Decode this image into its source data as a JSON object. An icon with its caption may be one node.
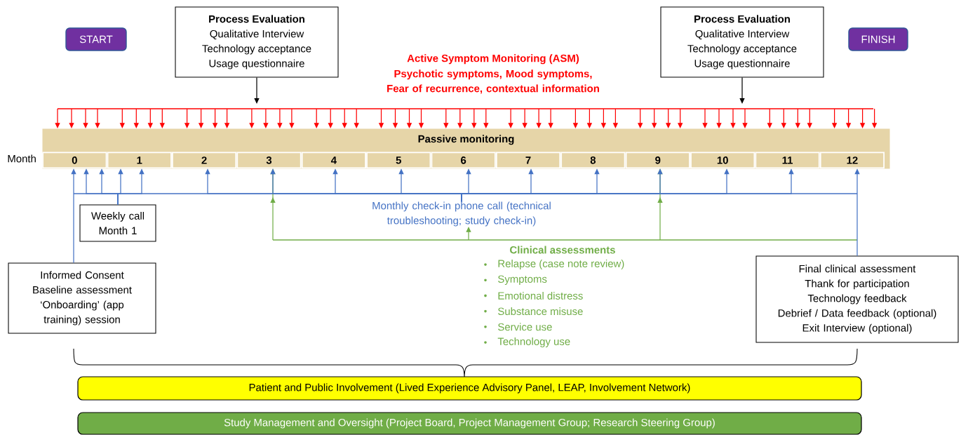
{
  "diagram": {
    "nodes": [
      {
        "text": [
          "START"
        ]
      },
      {
        "text": [
          "Process Evaluation",
          "Qualitative Interview",
          "Technology acceptance",
          "Usage questionnaire"
        ]
      },
      {
        "text": [
          "Process Evaluation",
          "Qualitative Interview",
          "Technology acceptance",
          "Usage questionnaire"
        ]
      },
      {
        "text": [
          "FINISH"
        ]
      },
      {
        "text": [
          "Passive monitoring"
        ]
      },
      {
        "text": [
          "0"
        ],
        "in": 4
      },
      {
        "text": [
          "1"
        ],
        "in": 4
      },
      {
        "text": [
          "2"
        ],
        "in": 4
      },
      {
        "text": [
          "3"
        ],
        "in": 4
      },
      {
        "text": [
          "4"
        ],
        "in": 4
      },
      {
        "text": [
          "5"
        ],
        "in": 4
      },
      {
        "text": [
          "6"
        ],
        "in": 4
      },
      {
        "text": [
          "7"
        ],
        "in": 4
      },
      {
        "text": [
          "8"
        ],
        "in": 4
      },
      {
        "text": [
          "9"
        ],
        "in": 4
      },
      {
        "text": [
          "10"
        ],
        "in": 4
      },
      {
        "text": [
          "11"
        ],
        "in": 4
      },
      {
        "text": [
          "12"
        ],
        "in": 4
      },
      {
        "text": [
          "Weekly call Month 1"
        ]
      },
      {
        "text": [
          "Monthly check-in phone call (technical troubleshooting; study check-in)"
        ]
      },
      {
        "text": [
          "Informed Consent",
          "Baseline assessment",
          "‘Onboarding’ (app training) session"
        ]
      },
      {
        "text": [
          "Final clinical assessment",
          "Thank for participation",
          "Technology feedback",
          "Debrief / Data feedback (optional)",
          "Exit Interview (optional)"
        ]
      },
      {
        "text": [
          "Patient and Public Involvement  (Lived Experience Advisory Panel, LEAP, Involvement Network)"
        ]
      },
      {
        "text": [
          "Study Management and Oversight (Project Board, Project Management Group; Research Steering Group)"
        ]
      }
    ],
    "edges": [
      {
        "from": 1,
        "to": null,
        "arrow": "to",
        "color": "#000000"
      },
      {
        "from": 2,
        "to": null,
        "arrow": "to",
        "color": "#000000"
      },
      {
        "from": null,
        "to": 4,
        "arrow": "to"
      },
      {
        "from": null,
        "to": 4,
        "arrow": "to"
      },
      {
        "from": null,
        "to": 4,
        "arrow": "to"
      },
      {
        "from": null,
        "to": 4,
        "arrow": "to"
      },
      {
        "from": null,
        "to": 4,
        "arrow": "to"
      },
      {
        "from": null,
        "to": 4,
        "arrow": "to"
      },
      {
        "from": null,
        "to": 4,
        "arrow": "to"
      },
      {
        "from": null,
        "to": 4,
        "arrow": "to"
      },
      {
        "from": null,
        "to": 4,
        "arrow": "to"
      },
      {
        "from": null,
        "to": 4,
        "arrow": "to"
      },
      {
        "from": null,
        "to": 4,
        "arrow": "to"
      },
      {
        "from": null,
        "to": 4,
        "arrow": "to"
      },
      {
        "from": null,
        "to": 4,
        "arrow": "to"
      },
      {
        "from": null,
        "to": 4,
        "arrow": "to"
      },
      {
        "from": null,
        "to": 4,
        "arrow": "to"
      },
      {
        "from": null,
        "to": 4,
        "arrow": "to"
      },
      {
        "from": null,
        "to": 4,
        "arrow": "to"
      },
      {
        "from": null,
        "to": 4,
        "arrow": "to"
      },
      {
        "from": null,
        "to": 4,
        "arrow": "to"
      },
      {
        "from": null,
        "to": 4,
        "arrow": "to"
      },
      {
        "from": null,
        "to": 4,
        "arrow": "to"
      },
      {
        "from": null,
        "to": 4,
        "arrow": "to"
      },
      {
        "from": null,
        "to": 4,
        "arrow": "to"
      },
      {
        "from": null,
        "to": 4,
        "arrow": "to"
      },
      {
        "from": null,
        "to": 4,
        "arrow": "to"
      },
      {
        "from": null,
        "to": 4,
        "arrow": "to"
      },
      {
        "from": null,
        "to": 4,
        "arrow": "to"
      },
      {
        "from": null,
        "to": 4,
        "arrow": "to"
      },
      {
        "from": null,
        "to": 4,
        "arrow": "to"
      },
      {
        "from": null,
        "to": 4,
        "arrow": "to"
      },
      {
        "from": null,
        "to": 4,
        "arrow": "to"
      },
      {
        "from": null,
        "to": 4,
        "arrow": "to"
      },
      {
        "from": null,
        "to": 4,
        "arrow": "to"
      },
      {
        "from": null,
        "to": 4,
        "arrow": "to"
      },
      {
        "from": null,
        "to": 4,
        "arrow": "to"
      },
      {
        "from": null,
        "to": 4,
        "arrow": "to"
      },
      {
        "from": null,
        "to": 4,
        "arrow": "to"
      },
      {
        "from": null,
        "to": 4,
        "arrow": "to"
      },
      {
        "from": null,
        "to": 4,
        "arrow": "to"
      },
      {
        "from": null,
        "to": 4,
        "arrow": "to"
      },
      {
        "from": null,
        "to": 4,
        "arrow": "to"
      },
      {
        "from": null,
        "to": 4,
        "arrow": "to"
      },
      {
        "from": null,
        "to": 4,
        "arrow": "to"
      },
      {
        "from": null,
        "to": 4,
        "arrow": "to"
      },
      {
        "from": null,
        "to": 4,
        "arrow": "to"
      },
      {
        "from": null,
        "to": 4,
        "arrow": "to"
      },
      {
        "from": null,
        "to": 4,
        "arrow": "to"
      },
      {
        "from": null,
        "to": 4,
        "arrow": "to"
      },
      {
        "from": null,
        "to": 4,
        "arrow": "to"
      },
      {
        "from": null,
        "to": 4,
        "arrow": "to"
      },
      {
        "from": null,
        "to": 4,
        "arrow": "to"
      },
      {
        "from": null,
        "to": 4,
        "arrow": "to"
      },
      {
        "from": 20,
        "to": 5,
        "arrow": "to",
        "color": "#4472c4"
      },
      {
        "from": 18,
        "to": 5,
        "arrow": "to",
        "color": "#4472c4"
      },
      {
        "from": 18,
        "to": 5,
        "arrow": "to",
        "color": "#4472c4"
      },
      {
        "from": 18,
        "to": 6,
        "arrow": "to",
        "color": "#4472c4"
      },
      {
        "from": 18,
        "to": 6,
        "arrow": "to",
        "color": "#4472c4"
      },
      {
        "from": 19,
        "to": 7,
        "arrow": "to",
        "color": "#4472c4"
      },
      {
        "from": 19,
        "to": 8,
        "arrow": "to",
        "color": "#4472c4"
      },
      {
        "from": 19,
        "to": 9,
        "arrow": "to",
        "color": "#4472c4"
      },
      {
        "from": 19,
        "to": 10,
        "arrow": "to",
        "color": "#4472c4"
      },
      {
        "from": 19,
        "to": 11,
        "arrow": "to",
        "color": "#4472c4"
      },
      {
        "from": 19,
        "to": 12,
        "arrow": "to",
        "color": "#4472c4"
      },
      {
        "from": 19,
        "to": 13,
        "arrow": "to",
        "color": "#4472c4"
      },
      {
        "from": 19,
        "to": 14,
        "arrow": "to",
        "color": "#4472c4"
      },
      {
        "from": 19,
        "to": 15,
        "arrow": "to",
        "color": "#4472c4"
      },
      {
        "from": 19,
        "to": 16,
        "arrow": "to",
        "color": "#4472c4"
      },
      {
        "from": 21,
        "to": 17,
        "arrow": "to",
        "color": "#4472c4"
      },
      {
        "from": null,
        "to": 8,
        "arrow": "to",
        "color": "#70ad47"
      },
      {
        "from": null,
        "to": 19,
        "arrow": "to",
        "color": "#70ad47"
      },
      {
        "from": null,
        "to": 14,
        "arrow": "to",
        "color": "#70ad47"
      }
    ],
    "labels": [
      "Month",
      "Active Symptom Monitoring (ASM)",
      "Psychotic symptoms, Mood symptoms, Fear of recurrence, contextual information",
      "Clinical assessments",
      "Relapse (case note review)",
      "Symptoms",
      "Emotional distress",
      "Substance misuse",
      "Service use",
      "Technology use"
    ]
  }
}
